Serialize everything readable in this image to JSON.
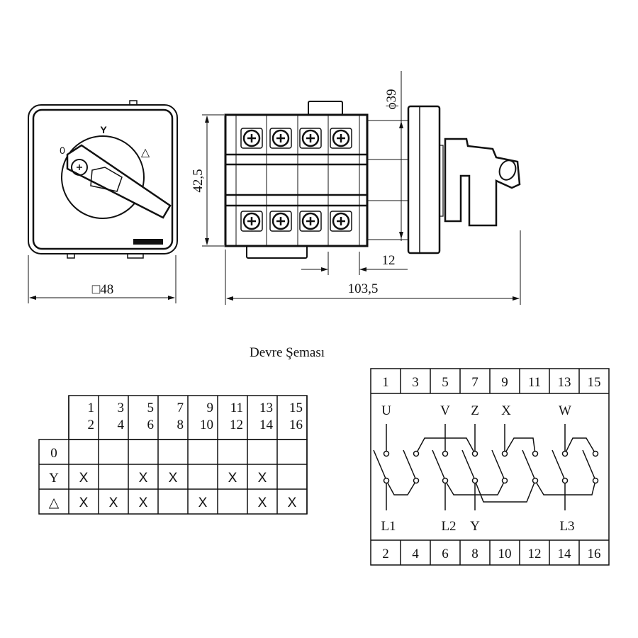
{
  "front_view": {
    "label_top": "Y",
    "label_left": "0",
    "label_right": "△",
    "dimension_width": "□48"
  },
  "side_view": {
    "dimension_height": "42,5",
    "dimension_diameter": "ϕ39",
    "dimension_pitch": "12",
    "dimension_length": "103,5"
  },
  "schematic_title": "Devre Şeması",
  "switch_table": {
    "columns": [
      [
        "1",
        "2"
      ],
      [
        "3",
        "4"
      ],
      [
        "5",
        "6"
      ],
      [
        "7",
        "8"
      ],
      [
        "9",
        "10"
      ],
      [
        "11",
        "12"
      ],
      [
        "13",
        "14"
      ],
      [
        "15",
        "16"
      ]
    ],
    "rows": [
      {
        "label": "0",
        "cells": [
          "",
          "",
          "",
          "",
          "",
          "",
          "",
          ""
        ]
      },
      {
        "label": "Y",
        "cells": [
          "X",
          "",
          "X",
          "X",
          "",
          "X",
          "X",
          ""
        ]
      },
      {
        "label": "△",
        "cells": [
          "X",
          "X",
          "X",
          "",
          "X",
          "",
          "X",
          "X"
        ]
      }
    ]
  },
  "circuit": {
    "top_terminals": [
      "1",
      "3",
      "5",
      "7",
      "9",
      "11",
      "13",
      "15"
    ],
    "bottom_terminals": [
      "2",
      "4",
      "6",
      "8",
      "10",
      "12",
      "14",
      "16"
    ],
    "top_labels": [
      "U",
      "V",
      "Z",
      "X",
      "W"
    ],
    "bottom_labels": [
      "L1",
      "L2",
      "Y",
      "L3"
    ]
  }
}
